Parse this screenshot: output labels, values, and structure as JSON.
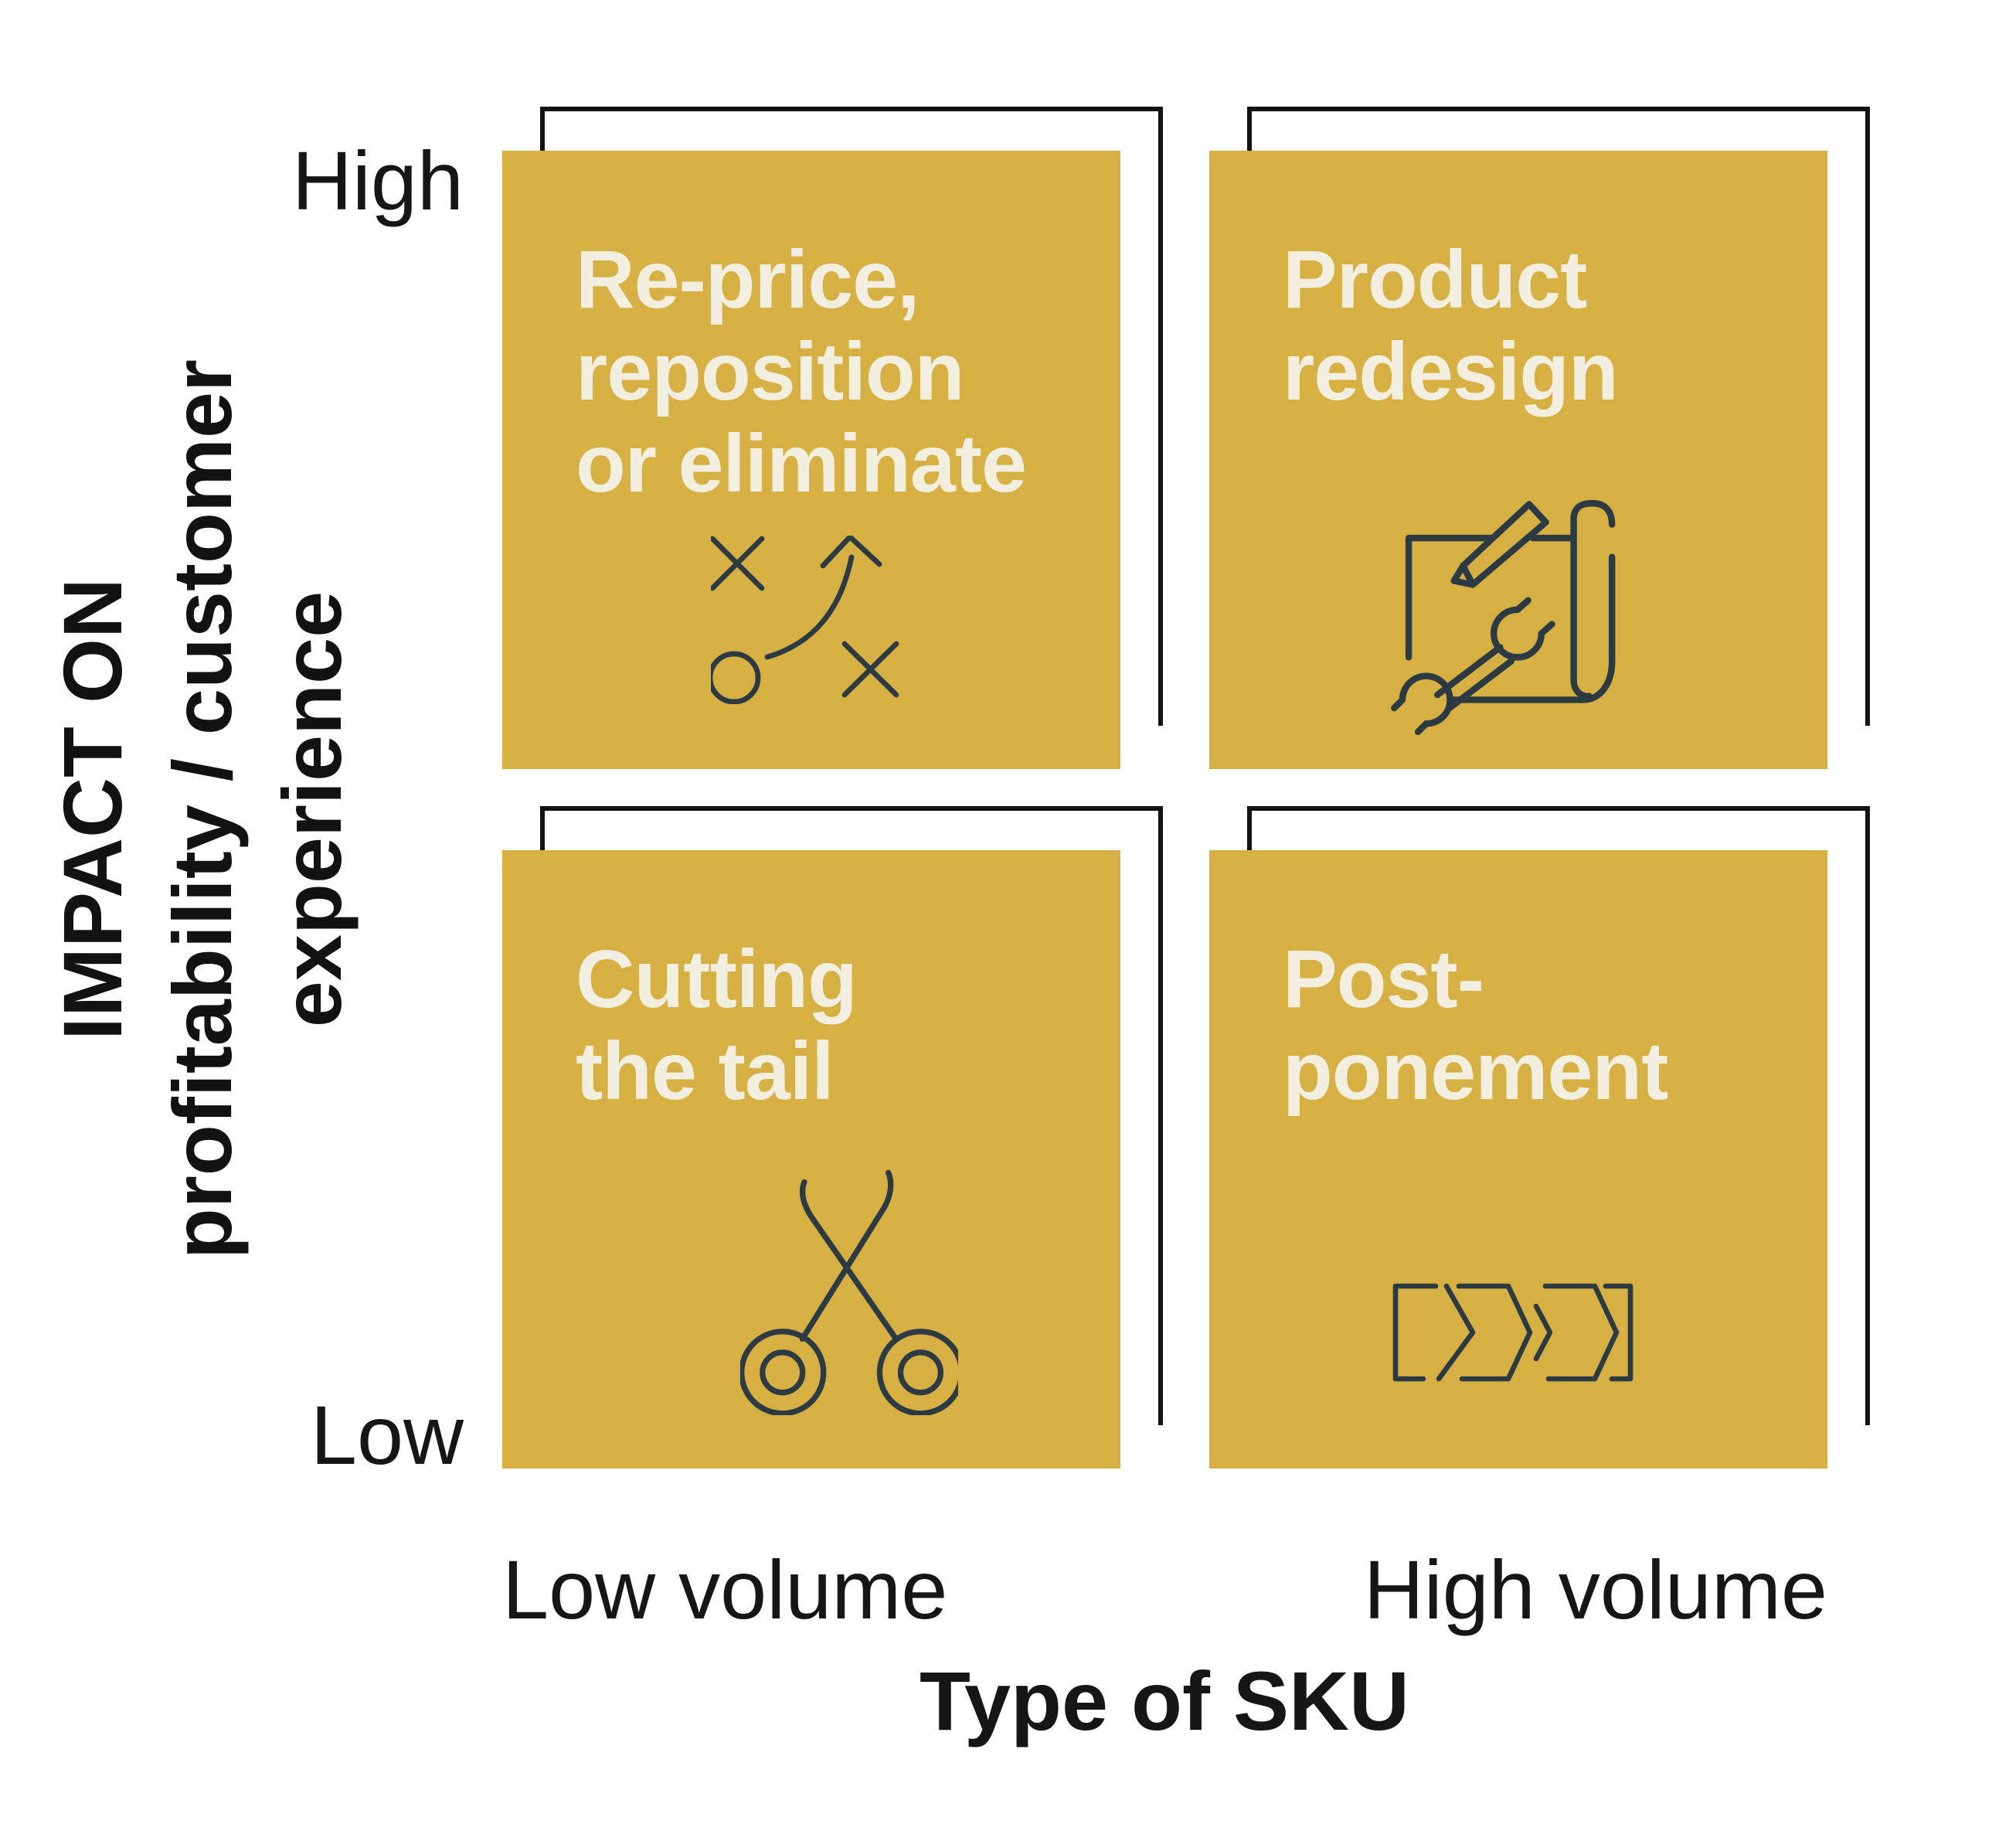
{
  "diagram": {
    "x_axis": {
      "title": "Type of SKU",
      "left_label": "Low volume",
      "right_label": "High volume"
    },
    "y_axis": {
      "title_line1": "IMPACT ON",
      "title_line2": "profitability / customer",
      "title_line3": "experience",
      "top_label": "High",
      "bottom_label": "Low"
    },
    "quadrants": [
      {
        "position": "top-left",
        "label_line1": "Re-price,",
        "label_line2": "reposition",
        "label_line3": "or eliminate",
        "icon": "strategy-icon"
      },
      {
        "position": "top-right",
        "label_line1": "Product",
        "label_line2": "redesign",
        "icon": "blueprint-icon"
      },
      {
        "position": "bottom-left",
        "label_line1": "Cutting",
        "label_line2": "the tail",
        "icon": "scissors-icon"
      },
      {
        "position": "bottom-right",
        "label_line1": "Post-",
        "label_line2": "ponement",
        "icon": "postponement-icon"
      }
    ],
    "colors": {
      "quadrant_gold": "#D6B042",
      "label_cream": "#F2EEE0",
      "icon_ink": "#2C3A43",
      "axis_ink": "#161616"
    }
  }
}
